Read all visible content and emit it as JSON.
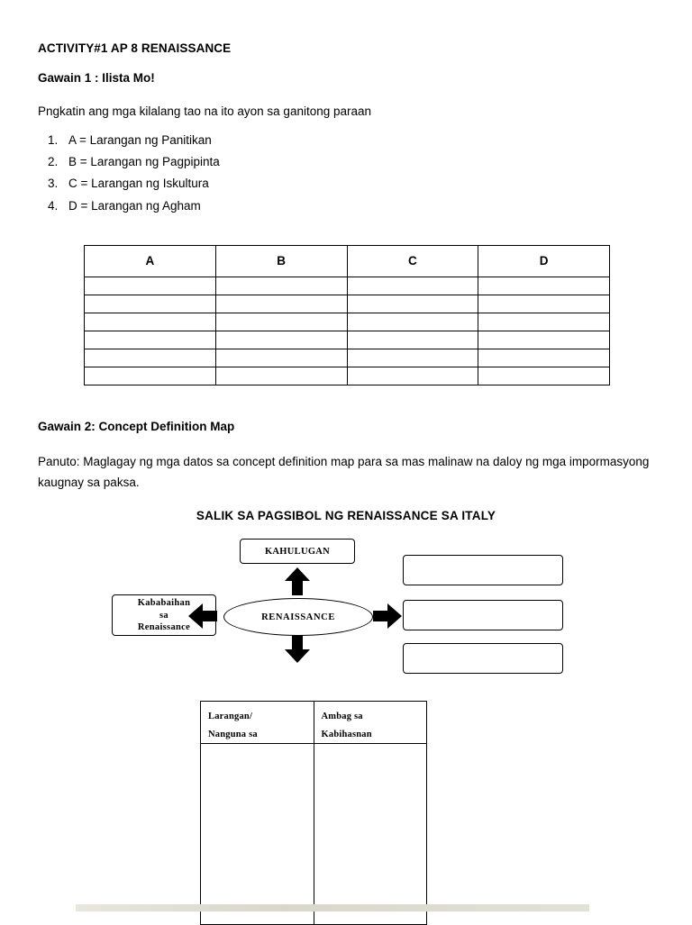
{
  "document": {
    "activity_title": "ACTIVITY#1 AP 8 RENAISSANCE",
    "gawain1_heading": "Gawain 1 : Ilista Mo!",
    "gawain1_instruction": "Pngkatin ang mga kilalang tao na ito ayon sa ganitong paraan",
    "legend": [
      "A = Larangan ng Panitikan",
      "B = Larangan ng Pagpipinta",
      "C = Larangan ng Iskultura",
      "D = Larangan ng Agham"
    ],
    "table1": {
      "headers": [
        "A",
        "B",
        "C",
        "D"
      ],
      "empty_rows": 6
    },
    "gawain2_heading": "Gawain 2: Concept Definition Map",
    "gawain2_instruction": "Panuto: Maglagay ng mga datos sa concept definition map para sa mas malinaw na daloy ng mga impormasyong kaugnay sa paksa.",
    "map_title": "SALIK SA PAGSIBOL NG RENAISSANCE SA ITALY",
    "concept_map": {
      "top_box": "KAHULUGAN",
      "center": "RENAISSANCE",
      "left_box": "Kababaihan sa Renaissance",
      "right_boxes": [
        "",
        "",
        ""
      ]
    },
    "table2": {
      "col1_line1": "Larangan/",
      "col1_line2": "Nanguna sa",
      "col2_line1": "Ambag sa",
      "col2_line2": "Kabihasnan"
    }
  }
}
